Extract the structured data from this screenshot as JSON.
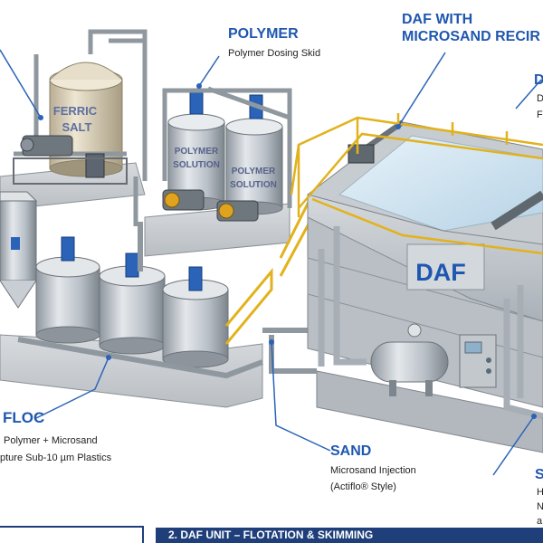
{
  "callouts": {
    "polymer": {
      "title": "POLYMER",
      "subtitle": "Polymer Dosing Skid"
    },
    "daf_microsand": {
      "title_line1": "DAF WITH",
      "title_line2": "MICROSAND RECIR"
    },
    "right_top": {
      "title": "D",
      "line1": "D",
      "line2": "F"
    },
    "floc": {
      "title": "FLOC",
      "line1": "Polymer + Microsand",
      "line2": "pture Sub-10 µm Plastics"
    },
    "sand": {
      "title": "SAND",
      "line1": "Microsand Injection",
      "line2": "(Actiflo® Style)"
    },
    "right_bottom": {
      "title": "S",
      "line1": "H",
      "line2": "N",
      "line3": "a"
    }
  },
  "tank_labels": {
    "ferric_line1": "FERRIC",
    "ferric_line2": "SALT",
    "poly_sol_line1": "POLYMER",
    "poly_sol_line2": "SOLUTION",
    "daf_unit": "DAF"
  },
  "bottom_banner": {
    "label": "2. DAF UNIT – FLOTATION & SKIMMING"
  },
  "colors": {
    "accent_blue": "#1f57b0",
    "steel": "#c9ced4",
    "railing_yellow": "#e2b21c",
    "banner_bg": "#1e3f7a"
  }
}
